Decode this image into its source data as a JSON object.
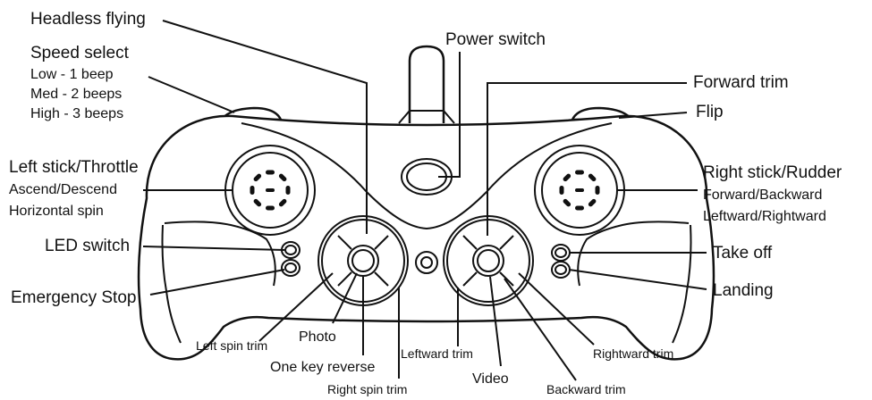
{
  "diagram": {
    "labels": {
      "headless_flying": "Headless flying",
      "speed_select": "Speed select",
      "speed_low": "Low - 1 beep",
      "speed_med": "Med - 2 beeps",
      "speed_high": "High - 3 beeps",
      "left_stick": "Left stick/Throttle",
      "ascend_descend": "Ascend/Descend",
      "horizontal_spin": "Horizontal spin",
      "led_switch": "LED switch",
      "emergency_stop": "Emergency Stop",
      "left_spin_trim": "Left spin trim",
      "photo": "Photo",
      "one_key_reverse": "One key reverse",
      "right_spin_trim": "Right spin trim",
      "leftward_trim": "Leftward trim",
      "video": "Video",
      "backward_trim": "Backward trim",
      "rightward_trim": "Rightward trim",
      "power_switch": "Power switch",
      "forward_trim": "Forward trim",
      "flip": "Flip",
      "right_stick": "Right stick/Rudder",
      "forward_backward": "Forward/Backward",
      "leftward_rightward": "Leftward/Rightward",
      "take_off": "Take off",
      "landing": "Landing"
    }
  }
}
